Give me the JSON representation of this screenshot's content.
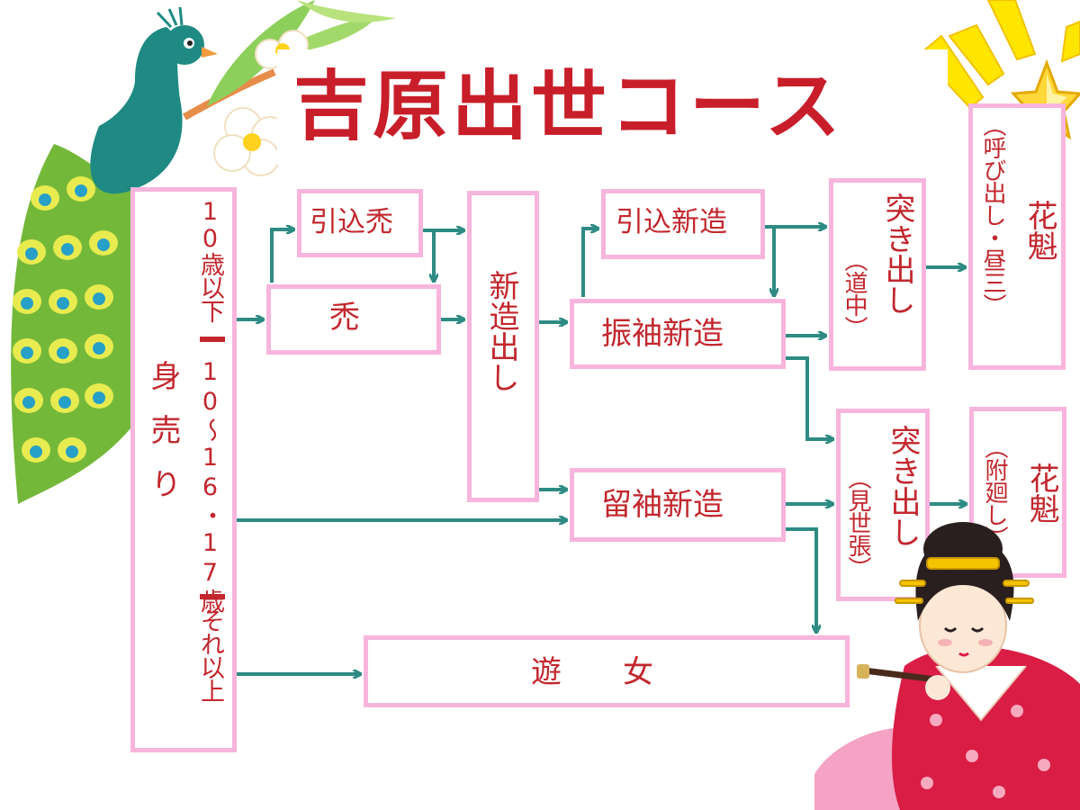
{
  "title": "吉原出世コース",
  "colors": {
    "box_border": "#f7b5dd",
    "text": "#c2272d",
    "arrow": "#2e8b84",
    "title": "#c81e2a"
  },
  "nodes": {
    "mi_uri": "身売り",
    "age_under10": "10歳以下",
    "age_10_16_17": "10〜16・17歳",
    "age_over": "それ以上",
    "hikikomi_kamuro": "引込禿",
    "kamuro": "禿",
    "shinzo_dashi": "新造出し",
    "hikikomi_shinzo": "引込新造",
    "furisode_shinzo": "振袖新造",
    "tomesode_shinzo": "留袖新造",
    "tsukidashi_dochu": "突き出し",
    "tsukidashi_dochu_sub": "（道中）",
    "tsukidashi_mise": "突き出し",
    "tsukidashi_mise_sub": "（見世張）",
    "oiran_yobidashi": "花魁",
    "oiran_yobidashi_sub": "（呼び出し・昼三）",
    "oiran_tsukemawashi": "花魁",
    "oiran_tsukemawashi_sub": "（附廻し）",
    "yujo": "遊　　女"
  },
  "decorations": [
    "peacock-illustration",
    "flower-branch-illustration",
    "star-icon",
    "light-rays",
    "oiran-illustration"
  ]
}
